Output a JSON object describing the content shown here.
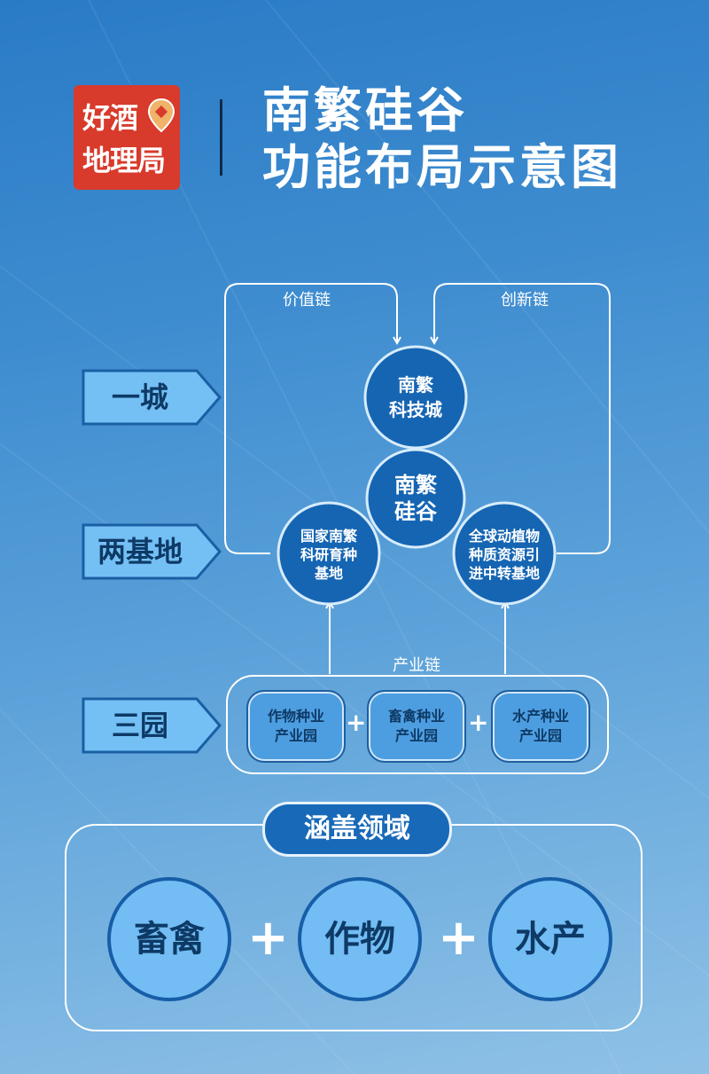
{
  "logo": {
    "line1": "好酒",
    "line2": "地理局"
  },
  "title": {
    "line1": "南繁硅谷",
    "line2": "功能布局示意图"
  },
  "tiers": {
    "city": "一城",
    "bases": "两基地",
    "parks": "三园"
  },
  "chains": {
    "value": "价值链",
    "innovation": "创新链",
    "industry": "产业链"
  },
  "circles": {
    "tech_city": [
      "南繁",
      "科技城"
    ],
    "center": [
      "南繁",
      "硅谷"
    ],
    "breeding_base": [
      "国家南繁",
      "科研育种",
      "基地"
    ],
    "transfer_base": [
      "全球动植物",
      "种质资源引",
      "进中转基地"
    ]
  },
  "parks": [
    {
      "line1": "作物种业",
      "line2": "产业园"
    },
    {
      "line1": "畜禽种业",
      "line2": "产业园"
    },
    {
      "line1": "水产种业",
      "line2": "产业园"
    }
  ],
  "plus": "+",
  "coverage": {
    "title": "涵盖领域",
    "items": [
      "畜禽",
      "作物",
      "水产"
    ]
  },
  "colors": {
    "logo_red": "#d83a2b",
    "circle_dark": "#1565b3",
    "circle_light": "#73bdf4"
  }
}
